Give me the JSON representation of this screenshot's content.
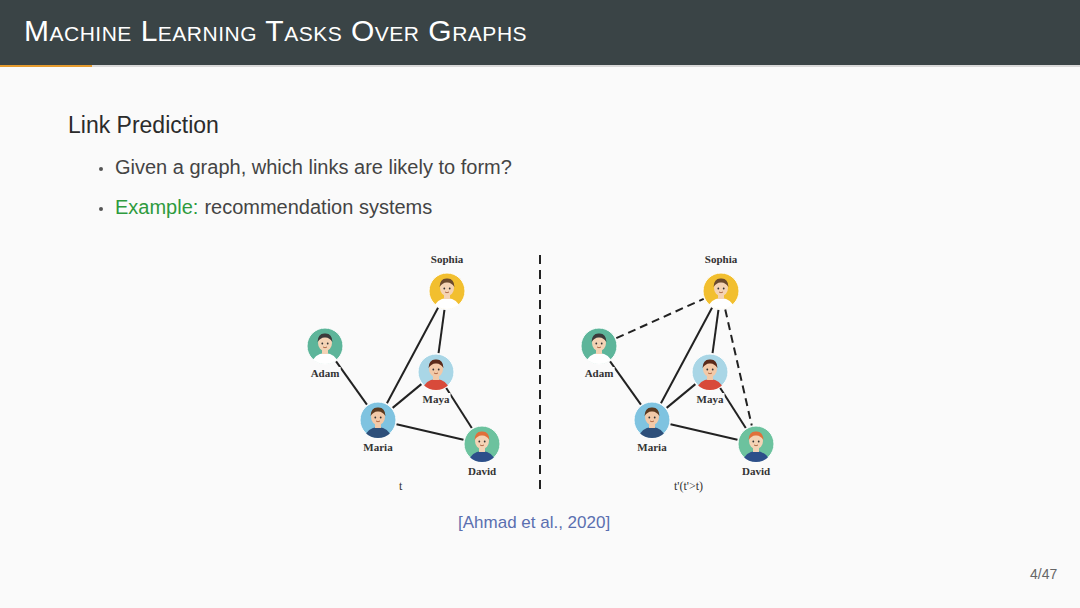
{
  "diagram": {
    "title": "Machine Learning Tasks Over Graphs",
    "nodes": [
      {
        "text": [
          "Sophia"
        ]
      },
      {
        "text": [
          "Adam"
        ]
      },
      {
        "text": [
          "Maya"
        ]
      },
      {
        "text": [
          "Maria"
        ]
      },
      {
        "text": [
          "David"
        ]
      },
      {
        "text": [
          "Sophia"
        ]
      },
      {
        "text": [
          "Adam"
        ]
      },
      {
        "text": [
          "Maya"
        ]
      },
      {
        "text": [
          "Maria"
        ]
      },
      {
        "text": [
          "David"
        ]
      }
    ],
    "edges": [
      {
        "from": 1,
        "to": 3,
        "arrow": "none"
      },
      {
        "from": 3,
        "to": 0,
        "arrow": "none"
      },
      {
        "from": 2,
        "to": 0,
        "arrow": "none"
      },
      {
        "from": 3,
        "to": 2,
        "arrow": "none"
      },
      {
        "from": 2,
        "to": 4,
        "arrow": "none"
      },
      {
        "from": 3,
        "to": 4,
        "arrow": "none"
      },
      {
        "from": 6,
        "to": 8,
        "arrow": "none"
      },
      {
        "from": 8,
        "to": 5,
        "arrow": "none"
      },
      {
        "from": 7,
        "to": 5,
        "arrow": "none"
      },
      {
        "from": 8,
        "to": 7,
        "arrow": "none"
      },
      {
        "from": 7,
        "to": 9,
        "arrow": "none"
      },
      {
        "from": 8,
        "to": 9,
        "arrow": "none"
      },
      {
        "from": 6,
        "to": 5,
        "arrow": "none"
      },
      {
        "from": 5,
        "to": 9,
        "arrow": "none"
      }
    ],
    "labels": [
      "Link Prediction",
      "Given a graph, which links are likely to form?",
      "Example:",
      "recommendation systems",
      "t",
      "t'(t'>t)",
      "[Ahmad et al., 2020]",
      "4/47"
    ]
  }
}
